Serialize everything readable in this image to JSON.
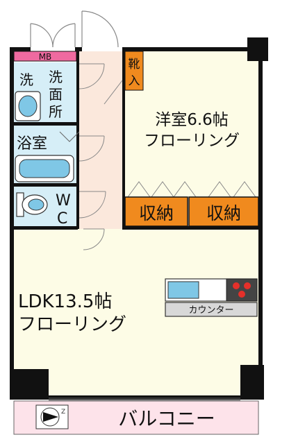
{
  "rooms": {
    "mb": "MB",
    "washroom_a": "洗",
    "washroom_b": "洗",
    "washroom_c": "面",
    "washroom_d": "所",
    "bath": "浴室",
    "wc_w": "W",
    "wc_c": "C",
    "shoe_a": "靴",
    "shoe_b": "入",
    "western_line1": "洋室6.6帖",
    "western_line2": "フローリング",
    "storage_1": "収納",
    "storage_2": "収納",
    "ldk_line1": "LDK13.5帖",
    "ldk_line2": "フローリング",
    "counter": "カウンター",
    "balcony": "バルコニー"
  },
  "colors": {
    "wall": "#111111",
    "floor": "#fdfce6",
    "hall": "#fbe8dc",
    "wet": "#d6eef7",
    "storage": "#f08a1e",
    "mb": "#ef6aa0",
    "balcony": "#fde3ea",
    "counter": "#d8d8d8",
    "sink": "#7fc7e6"
  }
}
